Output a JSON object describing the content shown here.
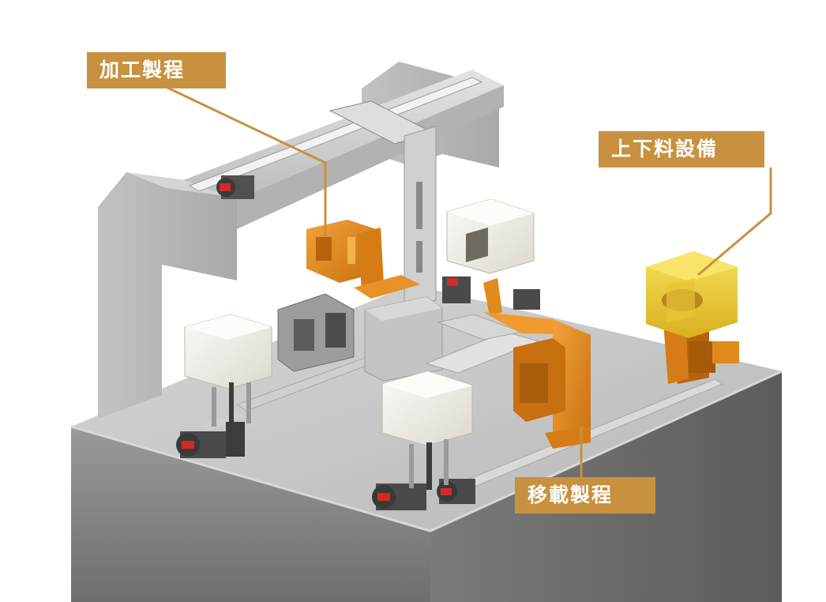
{
  "labels": {
    "processing": "加工製程",
    "loading_unloading": "上下料設備",
    "transfer": "移載製程"
  },
  "colors": {
    "label_bg": "#c8913f",
    "leader_line": "#c8913f",
    "orange_parts": "#e08a1e",
    "yellow_unit": "#f2d23a",
    "base_gray": "#8a8a8a",
    "frame_gray": "#c9c9c9",
    "white_parts": "#f1efe8"
  }
}
